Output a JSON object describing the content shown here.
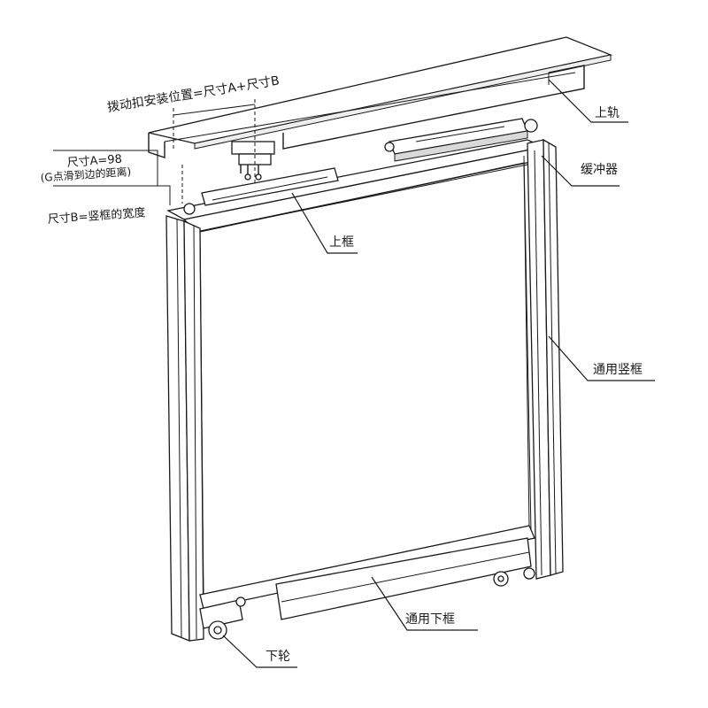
{
  "labels": {
    "install_position": "拨动扣安装位置=尺寸A+尺寸B",
    "dim_a_line1": "尺寸A=98",
    "dim_a_line2": "(G点滑到边的距离)",
    "dim_b": "尺寸B=竖框的宽度",
    "top_rail": "上轨",
    "buffer": "缓冲器",
    "top_frame": "上框",
    "vertical_frame": "通用竖框",
    "bottom_frame": "通用下框",
    "bottom_wheel": "下轮"
  }
}
